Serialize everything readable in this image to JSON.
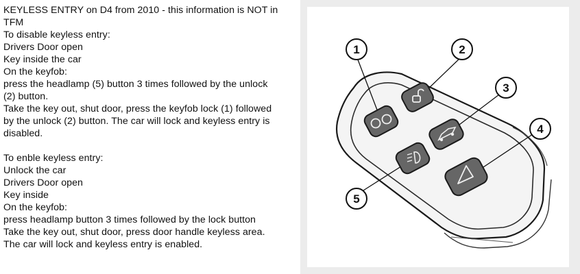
{
  "text_lines": [
    "KEYLESS ENTRY on D4 from 2010  - this information is NOT in",
    "TFM",
    "To disable keyless entry:",
    "Drivers Door open",
    "Key inside the car",
    "On the keyfob:",
    "press the headlamp (5) button 3 times followed by the unlock",
    "(2) button.",
    "Take the key out, shut door, press the keyfob lock (1)  followed",
    "by the unlock (2) button. The car will lock and keyless entry is",
    "disabled.",
    "",
    "To enble keyless entry:",
    "Unlock the car",
    "Drivers Door open",
    "Key inside",
    "On the keyfob:",
    "press headlamp button 3 times followed by the lock button",
    "Take the key out, shut door, press door handle keyless area.",
    "The car will lock and keyless entry is enabled."
  ],
  "diagram": {
    "callouts": [
      "1",
      "2",
      "3",
      "4",
      "5"
    ],
    "buttons": [
      "lock",
      "unlock",
      "tailgate",
      "hazard",
      "headlamp"
    ]
  },
  "icons": {
    "lock": "padlock-closed-icon",
    "unlock": "padlock-open-icon",
    "tailgate": "car-tailgate-icon",
    "hazard": "hazard-triangle-icon",
    "headlamp": "headlamp-icon"
  }
}
